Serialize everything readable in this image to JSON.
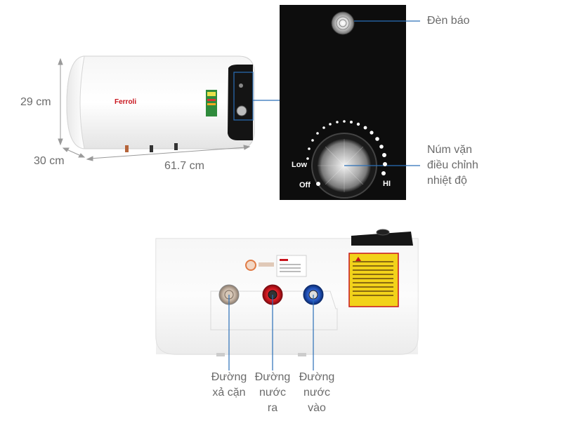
{
  "product": {
    "brand": "Ferroli",
    "dimensions": {
      "height": "29 cm",
      "depth": "30 cm",
      "width": "61.7 cm"
    }
  },
  "callouts": {
    "indicator_light": "Đèn báo",
    "knob_line1": "Núm vặn",
    "knob_line2": "điều chỉnh",
    "knob_line3": "nhiệt độ",
    "drain_line1": "Đường",
    "drain_line2": "xả cặn",
    "outlet_line1": "Đường",
    "outlet_line2": "nước",
    "outlet_line3": "ra",
    "inlet_line1": "Đường",
    "inlet_line2": "nước",
    "inlet_line3": "vào"
  },
  "control_panel": {
    "low": "Low",
    "off": "Off",
    "hi": "HI"
  },
  "colors": {
    "panel": "#0d0d0d",
    "accent_line": "#2a6fb8",
    "hot": "#c8141c",
    "cold": "#1f4fb5",
    "warning": "#f2d21a"
  }
}
